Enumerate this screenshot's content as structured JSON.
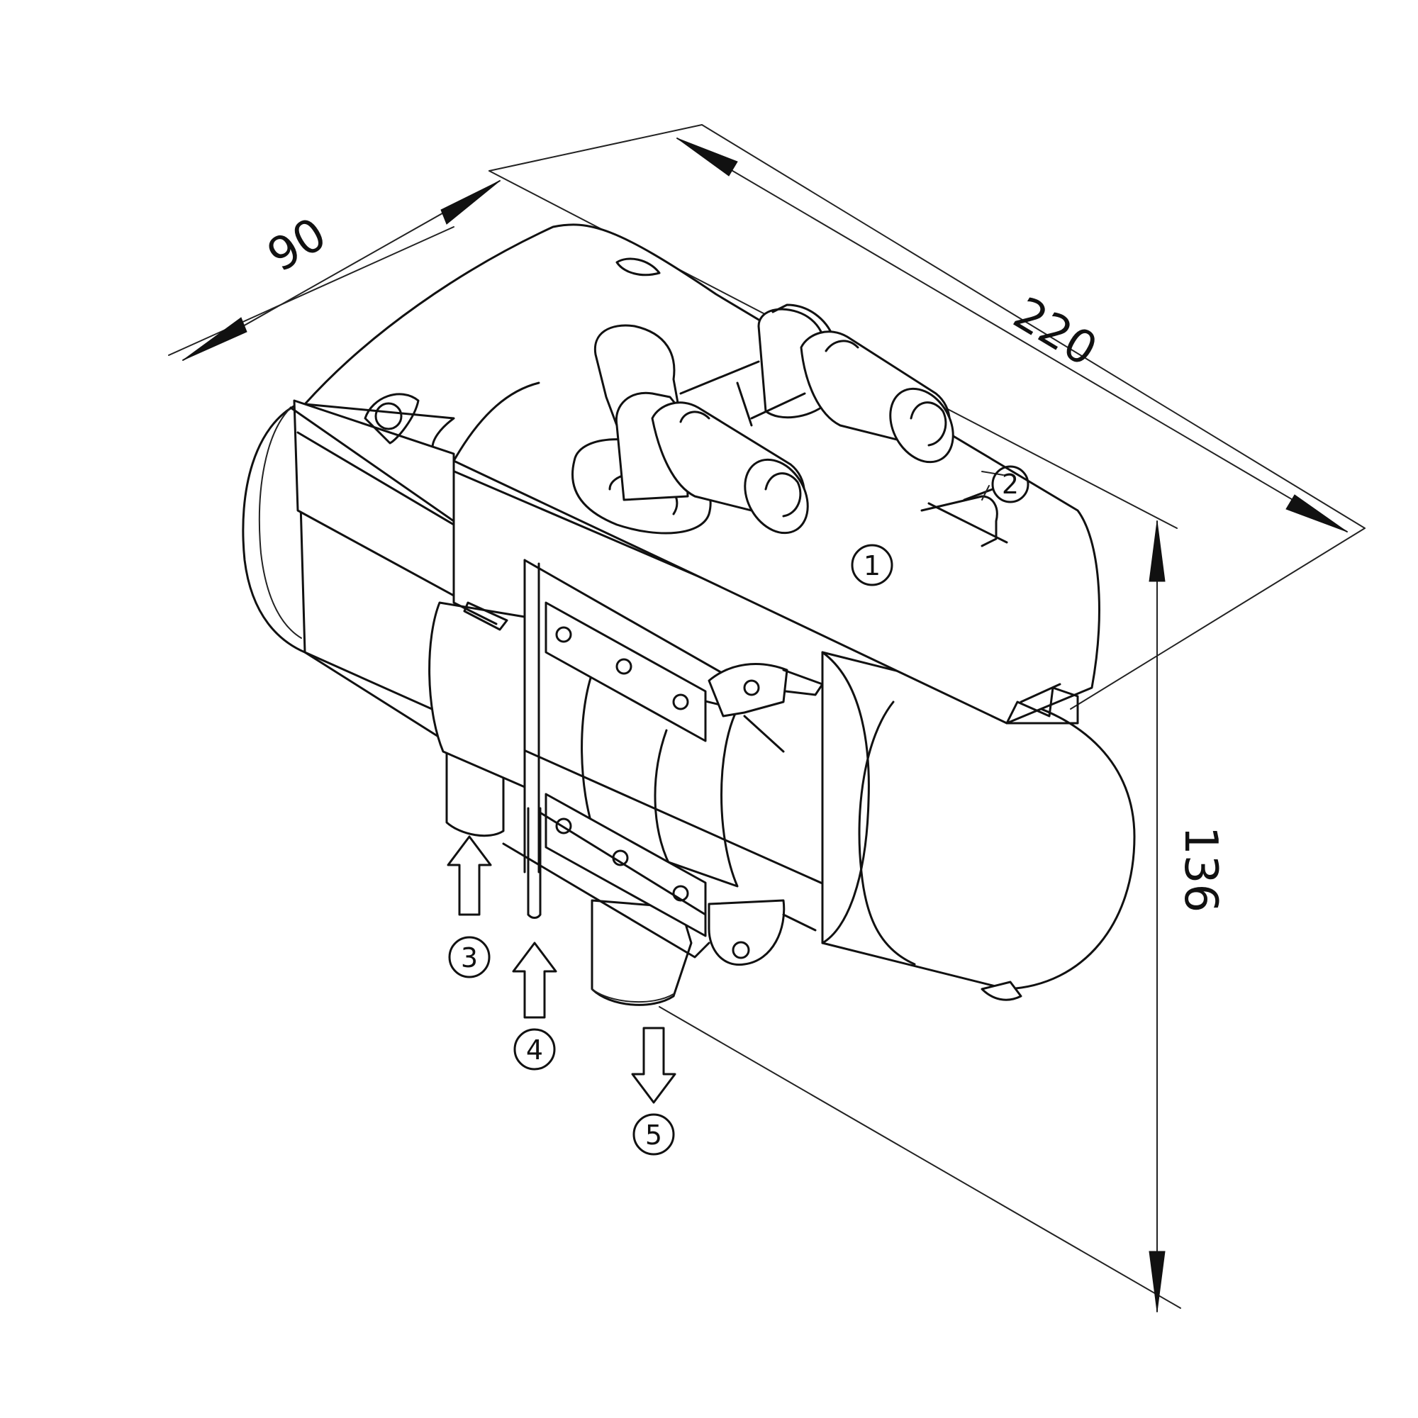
{
  "dimensions": {
    "width": "90",
    "length": "220",
    "height": "136"
  },
  "callouts": [
    {
      "id": "1",
      "label": "1"
    },
    {
      "id": "2",
      "label": "2"
    },
    {
      "id": "3",
      "label": "3"
    },
    {
      "id": "4",
      "label": "4"
    },
    {
      "id": "5",
      "label": "5"
    }
  ],
  "colors": {
    "line": "#111111",
    "background": "#ffffff"
  }
}
